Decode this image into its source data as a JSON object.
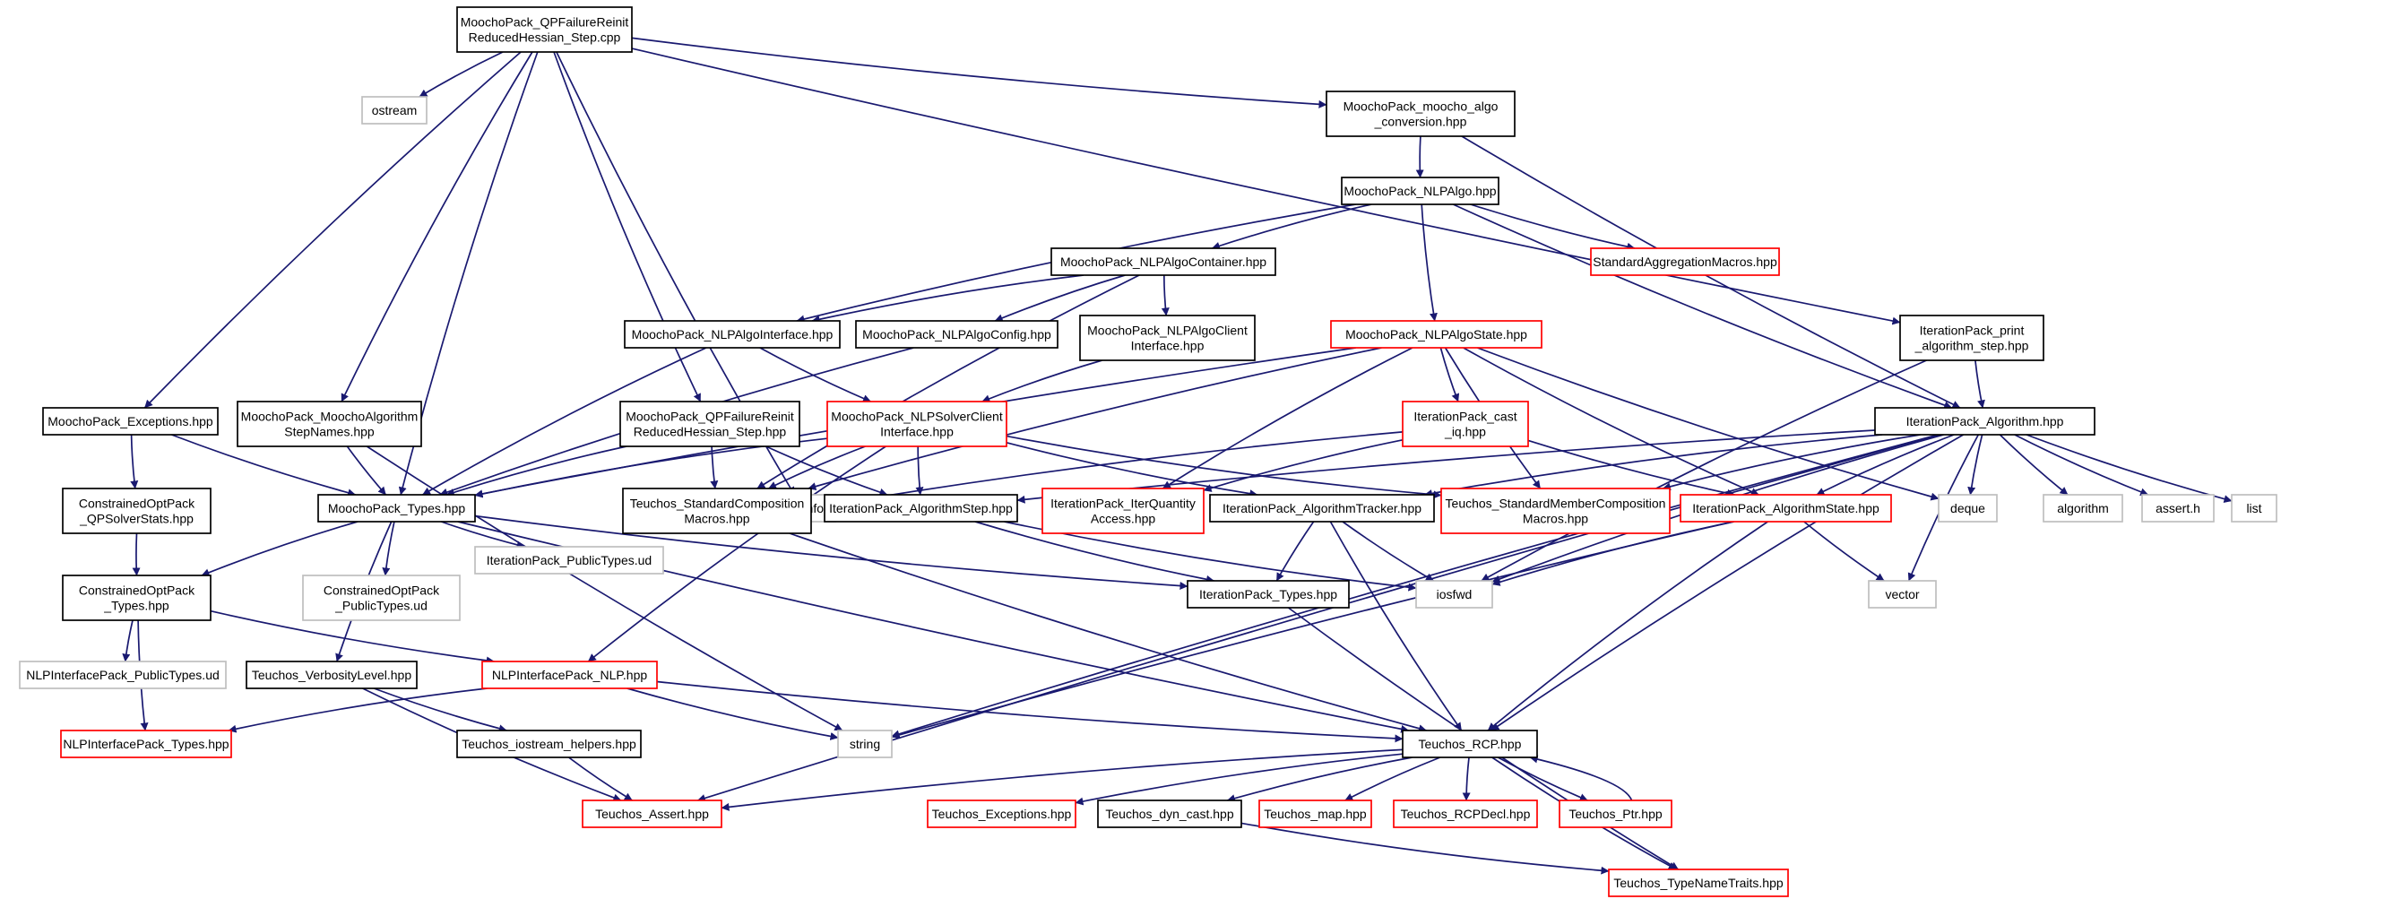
{
  "colors": {
    "edge": "#191970",
    "normal": "#000000",
    "truncated": "#ff0000",
    "system": "#bfbfbf",
    "root_fill": "#bfbfbf"
  },
  "nodes": [
    {
      "id": "root",
      "lines": [
        "MoochoPack_QPFailureReinit",
        "ReducedHessian_Step.cpp"
      ],
      "kind": "root"
    },
    {
      "id": "ostream",
      "lines": [
        "ostream"
      ],
      "kind": "system"
    },
    {
      "id": "algo_conv",
      "lines": [
        "MoochoPack_moocho_algo",
        "_conversion.hpp"
      ],
      "kind": "normal"
    },
    {
      "id": "nlpalgo",
      "lines": [
        "MoochoPack_NLPAlgo.hpp"
      ],
      "kind": "normal"
    },
    {
      "id": "nlpalgocontainer",
      "lines": [
        "MoochoPack_NLPAlgoContainer.hpp"
      ],
      "kind": "normal"
    },
    {
      "id": "stdagg",
      "lines": [
        "StandardAggregationMacros.hpp"
      ],
      "kind": "truncated"
    },
    {
      "id": "nlpalgointerface",
      "lines": [
        "MoochoPack_NLPAlgoInterface.hpp"
      ],
      "kind": "normal"
    },
    {
      "id": "nlpalgoconfig",
      "lines": [
        "MoochoPack_NLPAlgoConfig.hpp"
      ],
      "kind": "normal"
    },
    {
      "id": "nlpalgoclient",
      "lines": [
        "MoochoPack_NLPAlgoClient",
        "Interface.hpp"
      ],
      "kind": "normal"
    },
    {
      "id": "nlpalgostate",
      "lines": [
        "MoochoPack_NLPAlgoState.hpp"
      ],
      "kind": "truncated"
    },
    {
      "id": "printstep",
      "lines": [
        "IterationPack_print",
        "_algorithm_step.hpp"
      ],
      "kind": "normal"
    },
    {
      "id": "exceptions",
      "lines": [
        "MoochoPack_Exceptions.hpp"
      ],
      "kind": "normal"
    },
    {
      "id": "algstepnames",
      "lines": [
        "MoochoPack_MoochoAlgorithm",
        "StepNames.hpp"
      ],
      "kind": "normal"
    },
    {
      "id": "qpfhpp",
      "lines": [
        "MoochoPack_QPFailureReinit",
        "ReducedHessian_Step.hpp"
      ],
      "kind": "normal"
    },
    {
      "id": "solverclient",
      "lines": [
        "MoochoPack_NLPSolverClient",
        "Interface.hpp"
      ],
      "kind": "truncated"
    },
    {
      "id": "castiq",
      "lines": [
        "IterationPack_cast",
        "_iq.hpp"
      ],
      "kind": "truncated"
    },
    {
      "id": "italgo",
      "lines": [
        "IterationPack_Algorithm.hpp"
      ],
      "kind": "normal"
    },
    {
      "id": "qpsolverstats",
      "lines": [
        "ConstrainedOptPack",
        "_QPSolverStats.hpp"
      ],
      "kind": "normal"
    },
    {
      "id": "mtypes",
      "lines": [
        "MoochoPack_Types.hpp"
      ],
      "kind": "normal"
    },
    {
      "id": "typeinfo",
      "lines": [
        "typeinfo"
      ],
      "kind": "system"
    },
    {
      "id": "stdcomp",
      "lines": [
        "Teuchos_StandardComposition",
        "Macros.hpp"
      ],
      "kind": "normal"
    },
    {
      "id": "algstep",
      "lines": [
        "IterationPack_AlgorithmStep.hpp"
      ],
      "kind": "normal"
    },
    {
      "id": "iqaccess",
      "lines": [
        "IterationPack_IterQuantity",
        "Access.hpp"
      ],
      "kind": "truncated"
    },
    {
      "id": "algtracker",
      "lines": [
        "IterationPack_AlgorithmTracker.hpp"
      ],
      "kind": "normal"
    },
    {
      "id": "stdmember",
      "lines": [
        "Teuchos_StandardMemberComposition",
        "Macros.hpp"
      ],
      "kind": "truncated"
    },
    {
      "id": "algstate",
      "lines": [
        "IterationPack_AlgorithmState.hpp"
      ],
      "kind": "truncated"
    },
    {
      "id": "deque",
      "lines": [
        "deque"
      ],
      "kind": "system"
    },
    {
      "id": "algorithm",
      "lines": [
        "algorithm"
      ],
      "kind": "system"
    },
    {
      "id": "asserth",
      "lines": [
        "assert.h"
      ],
      "kind": "system"
    },
    {
      "id": "list",
      "lines": [
        "list"
      ],
      "kind": "system"
    },
    {
      "id": "cotypes",
      "lines": [
        "ConstrainedOptPack",
        "_Types.hpp"
      ],
      "kind": "normal"
    },
    {
      "id": "coptud",
      "lines": [
        "ConstrainedOptPack",
        "_PublicTypes.ud"
      ],
      "kind": "system"
    },
    {
      "id": "iptud",
      "lines": [
        "IterationPack_PublicTypes.ud"
      ],
      "kind": "system"
    },
    {
      "id": "ittypes",
      "lines": [
        "IterationPack_Types.hpp"
      ],
      "kind": "normal"
    },
    {
      "id": "iosfwd",
      "lines": [
        "iosfwd"
      ],
      "kind": "system"
    },
    {
      "id": "vector",
      "lines": [
        "vector"
      ],
      "kind": "system"
    },
    {
      "id": "nlpptud",
      "lines": [
        "NLPInterfacePack_PublicTypes.ud"
      ],
      "kind": "system"
    },
    {
      "id": "verbosity",
      "lines": [
        "Teuchos_VerbosityLevel.hpp"
      ],
      "kind": "normal"
    },
    {
      "id": "nlphpp",
      "lines": [
        "NLPInterfacePack_NLP.hpp"
      ],
      "kind": "truncated"
    },
    {
      "id": "nlptypes",
      "lines": [
        "NLPInterfacePack_Types.hpp"
      ],
      "kind": "truncated"
    },
    {
      "id": "iostreamhelpers",
      "lines": [
        "Teuchos_iostream_helpers.hpp"
      ],
      "kind": "normal"
    },
    {
      "id": "string",
      "lines": [
        "string"
      ],
      "kind": "system"
    },
    {
      "id": "rcp",
      "lines": [
        "Teuchos_RCP.hpp"
      ],
      "kind": "normal"
    },
    {
      "id": "assert",
      "lines": [
        "Teuchos_Assert.hpp"
      ],
      "kind": "truncated"
    },
    {
      "id": "texceptions",
      "lines": [
        "Teuchos_Exceptions.hpp"
      ],
      "kind": "truncated"
    },
    {
      "id": "dyncast",
      "lines": [
        "Teuchos_dyn_cast.hpp"
      ],
      "kind": "normal"
    },
    {
      "id": "tmap",
      "lines": [
        "Teuchos_map.hpp"
      ],
      "kind": "truncated"
    },
    {
      "id": "rcpdecl",
      "lines": [
        "Teuchos_RCPDecl.hpp"
      ],
      "kind": "truncated"
    },
    {
      "id": "ptr",
      "lines": [
        "Teuchos_Ptr.hpp"
      ],
      "kind": "truncated"
    },
    {
      "id": "typenametraits",
      "lines": [
        "Teuchos_TypeNameTraits.hpp"
      ],
      "kind": "truncated"
    }
  ],
  "edges": [
    [
      "root",
      "ostream"
    ],
    [
      "root",
      "algo_conv"
    ],
    [
      "root",
      "printstep"
    ],
    [
      "root",
      "exceptions"
    ],
    [
      "root",
      "algstepnames"
    ],
    [
      "root",
      "qpfhpp"
    ],
    [
      "root",
      "typeinfo"
    ],
    [
      "root",
      "mtypes"
    ],
    [
      "algo_conv",
      "nlpalgo"
    ],
    [
      "algo_conv",
      "italgo"
    ],
    [
      "nlpalgo",
      "nlpalgocontainer"
    ],
    [
      "nlpalgo",
      "stdagg"
    ],
    [
      "nlpalgo",
      "nlpalgostate"
    ],
    [
      "nlpalgo",
      "italgo"
    ],
    [
      "nlpalgo",
      "nlpalgointerface"
    ],
    [
      "nlpalgocontainer",
      "nlpalgointerface"
    ],
    [
      "nlpalgocontainer",
      "nlpalgoconfig"
    ],
    [
      "nlpalgocontainer",
      "nlpalgoclient"
    ],
    [
      "nlpalgocontainer",
      "stdcomp"
    ],
    [
      "nlpalgointerface",
      "mtypes"
    ],
    [
      "nlpalgointerface",
      "solverclient"
    ],
    [
      "nlpalgoconfig",
      "mtypes"
    ],
    [
      "nlpalgoclient",
      "solverclient"
    ],
    [
      "nlpalgostate",
      "mtypes"
    ],
    [
      "nlpalgostate",
      "castiq"
    ],
    [
      "nlpalgostate",
      "stdmember"
    ],
    [
      "nlpalgostate",
      "algstate"
    ],
    [
      "nlpalgostate",
      "deque"
    ],
    [
      "nlpalgostate",
      "iqaccess"
    ],
    [
      "nlpalgostate",
      "stdcomp"
    ],
    [
      "printstep",
      "italgo"
    ],
    [
      "printstep",
      "iosfwd"
    ],
    [
      "exceptions",
      "qpsolverstats"
    ],
    [
      "exceptions",
      "mtypes"
    ],
    [
      "algstepnames",
      "mtypes"
    ],
    [
      "algstepnames",
      "string"
    ],
    [
      "qpfhpp",
      "mtypes"
    ],
    [
      "qpfhpp",
      "algstep"
    ],
    [
      "qpfhpp",
      "stdcomp"
    ],
    [
      "solverclient",
      "mtypes"
    ],
    [
      "solverclient",
      "stdcomp"
    ],
    [
      "solverclient",
      "algtracker"
    ],
    [
      "solverclient",
      "algstep"
    ],
    [
      "solverclient",
      "stdmember"
    ],
    [
      "solverclient",
      "nlphpp"
    ],
    [
      "castiq",
      "iqaccess"
    ],
    [
      "castiq",
      "algstate"
    ],
    [
      "castiq",
      "typeinfo"
    ],
    [
      "italgo",
      "algstate"
    ],
    [
      "italgo",
      "algtracker"
    ],
    [
      "italgo",
      "algstep"
    ],
    [
      "italgo",
      "stdmember"
    ],
    [
      "italgo",
      "deque"
    ],
    [
      "italgo",
      "algorithm"
    ],
    [
      "italgo",
      "asserth"
    ],
    [
      "italgo",
      "list"
    ],
    [
      "italgo",
      "vector"
    ],
    [
      "italgo",
      "iosfwd"
    ],
    [
      "italgo",
      "rcp"
    ],
    [
      "italgo",
      "string"
    ],
    [
      "italgo",
      "assert"
    ],
    [
      "qpsolverstats",
      "cotypes"
    ],
    [
      "mtypes",
      "cotypes"
    ],
    [
      "mtypes",
      "coptud"
    ],
    [
      "mtypes",
      "iptud"
    ],
    [
      "mtypes",
      "verbosity"
    ],
    [
      "mtypes",
      "ittypes"
    ],
    [
      "mtypes",
      "rcp"
    ],
    [
      "stdcomp",
      "rcp"
    ],
    [
      "algstep",
      "ittypes"
    ],
    [
      "algstep",
      "iosfwd"
    ],
    [
      "algtracker",
      "ittypes"
    ],
    [
      "algtracker",
      "iosfwd"
    ],
    [
      "algtracker",
      "rcp"
    ],
    [
      "algstate",
      "iosfwd"
    ],
    [
      "algstate",
      "vector"
    ],
    [
      "algstate",
      "rcp"
    ],
    [
      "algstate",
      "string"
    ],
    [
      "cotypes",
      "nlpptud"
    ],
    [
      "cotypes",
      "nlphpp"
    ],
    [
      "cotypes",
      "nlptypes"
    ],
    [
      "ittypes",
      "typenametraits"
    ],
    [
      "verbosity",
      "iostreamhelpers"
    ],
    [
      "verbosity",
      "assert"
    ],
    [
      "nlphpp",
      "nlptypes"
    ],
    [
      "nlphpp",
      "string"
    ],
    [
      "nlphpp",
      "rcp"
    ],
    [
      "iostreamhelpers",
      "assert"
    ],
    [
      "rcp",
      "assert"
    ],
    [
      "rcp",
      "texceptions"
    ],
    [
      "rcp",
      "dyncast"
    ],
    [
      "rcp",
      "tmap"
    ],
    [
      "rcp",
      "rcpdecl"
    ],
    [
      "rcp",
      "ptr"
    ],
    [
      "rcp",
      "typenametraits"
    ],
    [
      "ptr",
      "rcp"
    ],
    [
      "dyncast",
      "typenametraits"
    ]
  ]
}
